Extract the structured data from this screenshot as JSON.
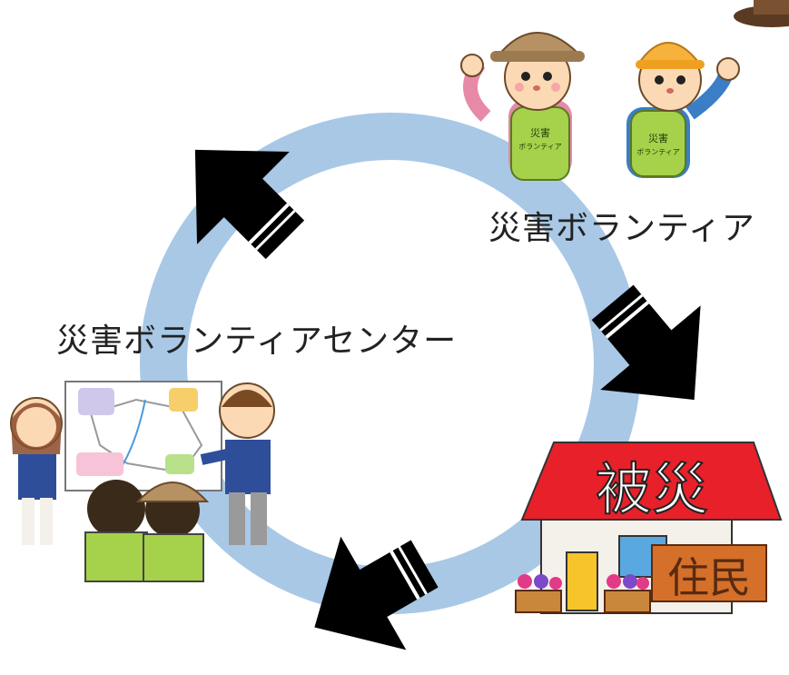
{
  "labels": {
    "volunteers": "災害ボランティア",
    "center": "災害ボランティアセンター"
  },
  "house": {
    "roof_text": "被災",
    "sign_text": "住民"
  },
  "vests": {
    "line1": "災害",
    "line2": "ボランティア"
  },
  "colors": {
    "cycle_ring": "#a8c8e6",
    "arrow": "#000000",
    "roof": "#e8202a",
    "sign": "#d4702a",
    "vest": "#a6d14a"
  }
}
